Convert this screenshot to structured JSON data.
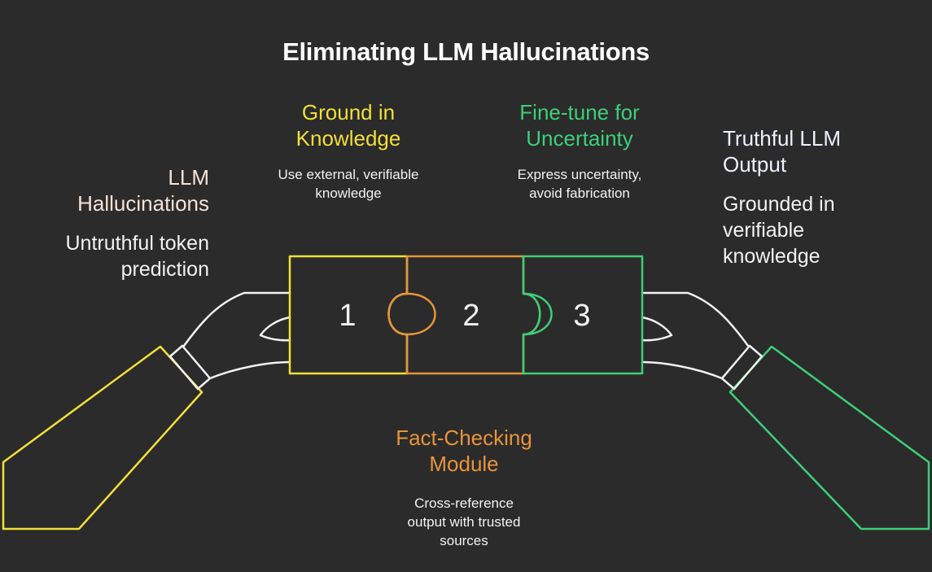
{
  "title": "Eliminating LLM Hallucinations",
  "colors": {
    "background": "#2b2b2b",
    "yellow": "#f2df3a",
    "orange": "#e8943a",
    "green": "#3ecf78",
    "hand_stroke": "#f2f2f2"
  },
  "left_section": {
    "heading_line1": "LLM",
    "heading_line2": "Hallucinations",
    "desc_line1": "Untruthful token",
    "desc_line2": "prediction"
  },
  "right_section": {
    "heading_line1": "Truthful LLM",
    "heading_line2": "Output",
    "desc_line1": "Grounded in",
    "desc_line2": "verifiable",
    "desc_line3": "knowledge"
  },
  "steps": [
    {
      "number": "1",
      "heading_line1": "Ground in",
      "heading_line2": "Knowledge",
      "desc_line1": "Use external, verifiable",
      "desc_line2": "knowledge"
    },
    {
      "number": "2",
      "heading_line1": "Fact-Checking",
      "heading_line2": "Module",
      "desc_line1": "Cross-reference",
      "desc_line2": "output with trusted",
      "desc_line3": "sources"
    },
    {
      "number": "3",
      "heading_line1": "Fine-tune for",
      "heading_line2": "Uncertainty",
      "desc_line1": "Express uncertainty,",
      "desc_line2": "avoid fabrication"
    }
  ]
}
